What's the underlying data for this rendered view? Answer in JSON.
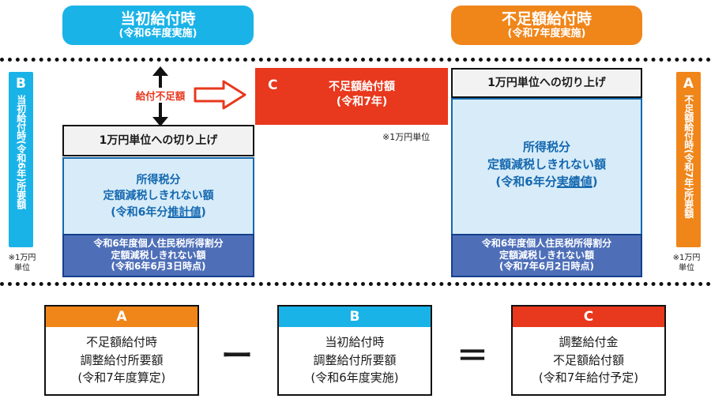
{
  "colors": {
    "sky": "#1ab3e8",
    "orange": "#f08519",
    "red": "#e8381d",
    "blue": "#1568b0",
    "light": "#d7ecf8",
    "dark": "#4e6fb8"
  },
  "header_left": {
    "title": "当初給付時",
    "subtitle": "(令和6年度実施)"
  },
  "header_right": {
    "title": "不足額給付時",
    "subtitle": "(令和7年度実施)"
  },
  "side_b": {
    "letter": "B",
    "text": "当初給付時(令和6年)所要額",
    "note_line1": "※1万円",
    "note_line2": "単位"
  },
  "side_a": {
    "letter": "A",
    "text": "不足額給付時(令和7年)所要額",
    "note_line1": "※1万円",
    "note_line2": "単位"
  },
  "shortfall": {
    "label": "給付不足額"
  },
  "c_box": {
    "letter": "C",
    "line1": "不足額給付額",
    "line2": "(令和7年)",
    "note": "※1万円単位"
  },
  "left_column": {
    "roundup": "1万円単位への切り上げ",
    "income_line1": "所得税分",
    "income_line2": "定額減税しきれない額",
    "income_line3_prefix": "(令和6年分",
    "income_line3_em": "推計値",
    "income_line3_suffix": ")",
    "resident_line1": "令和6年度個人住民税所得割分",
    "resident_line2": "定額減税しきれない額",
    "resident_line3": "(令和6年6月3日時点)"
  },
  "right_column": {
    "roundup": "1万円単位への切り上げ",
    "income_line1": "所得税分",
    "income_line2": "定額減税しきれない額",
    "income_line3_prefix": "(令和6年分",
    "income_line3_em": "実績値",
    "income_line3_suffix": ")",
    "resident_line1": "令和6年度個人住民税所得割分",
    "resident_line2": "定額減税しきれない額",
    "resident_line3": "(令和7年6月2日時点)"
  },
  "formula": {
    "a": {
      "letter": "A",
      "line1": "不足額給付時",
      "line2": "調整給付所要額",
      "line3": "(令和7年度算定)"
    },
    "minus": "ー",
    "b": {
      "letter": "B",
      "line1": "当初給付時",
      "line2": "調整給付所要額",
      "line3": "(令和6年度実施)"
    },
    "equals": "＝",
    "c": {
      "letter": "C",
      "line1": "調整給付金",
      "line2": "不足額給付額",
      "line3": "(令和7年給付予定)"
    }
  }
}
